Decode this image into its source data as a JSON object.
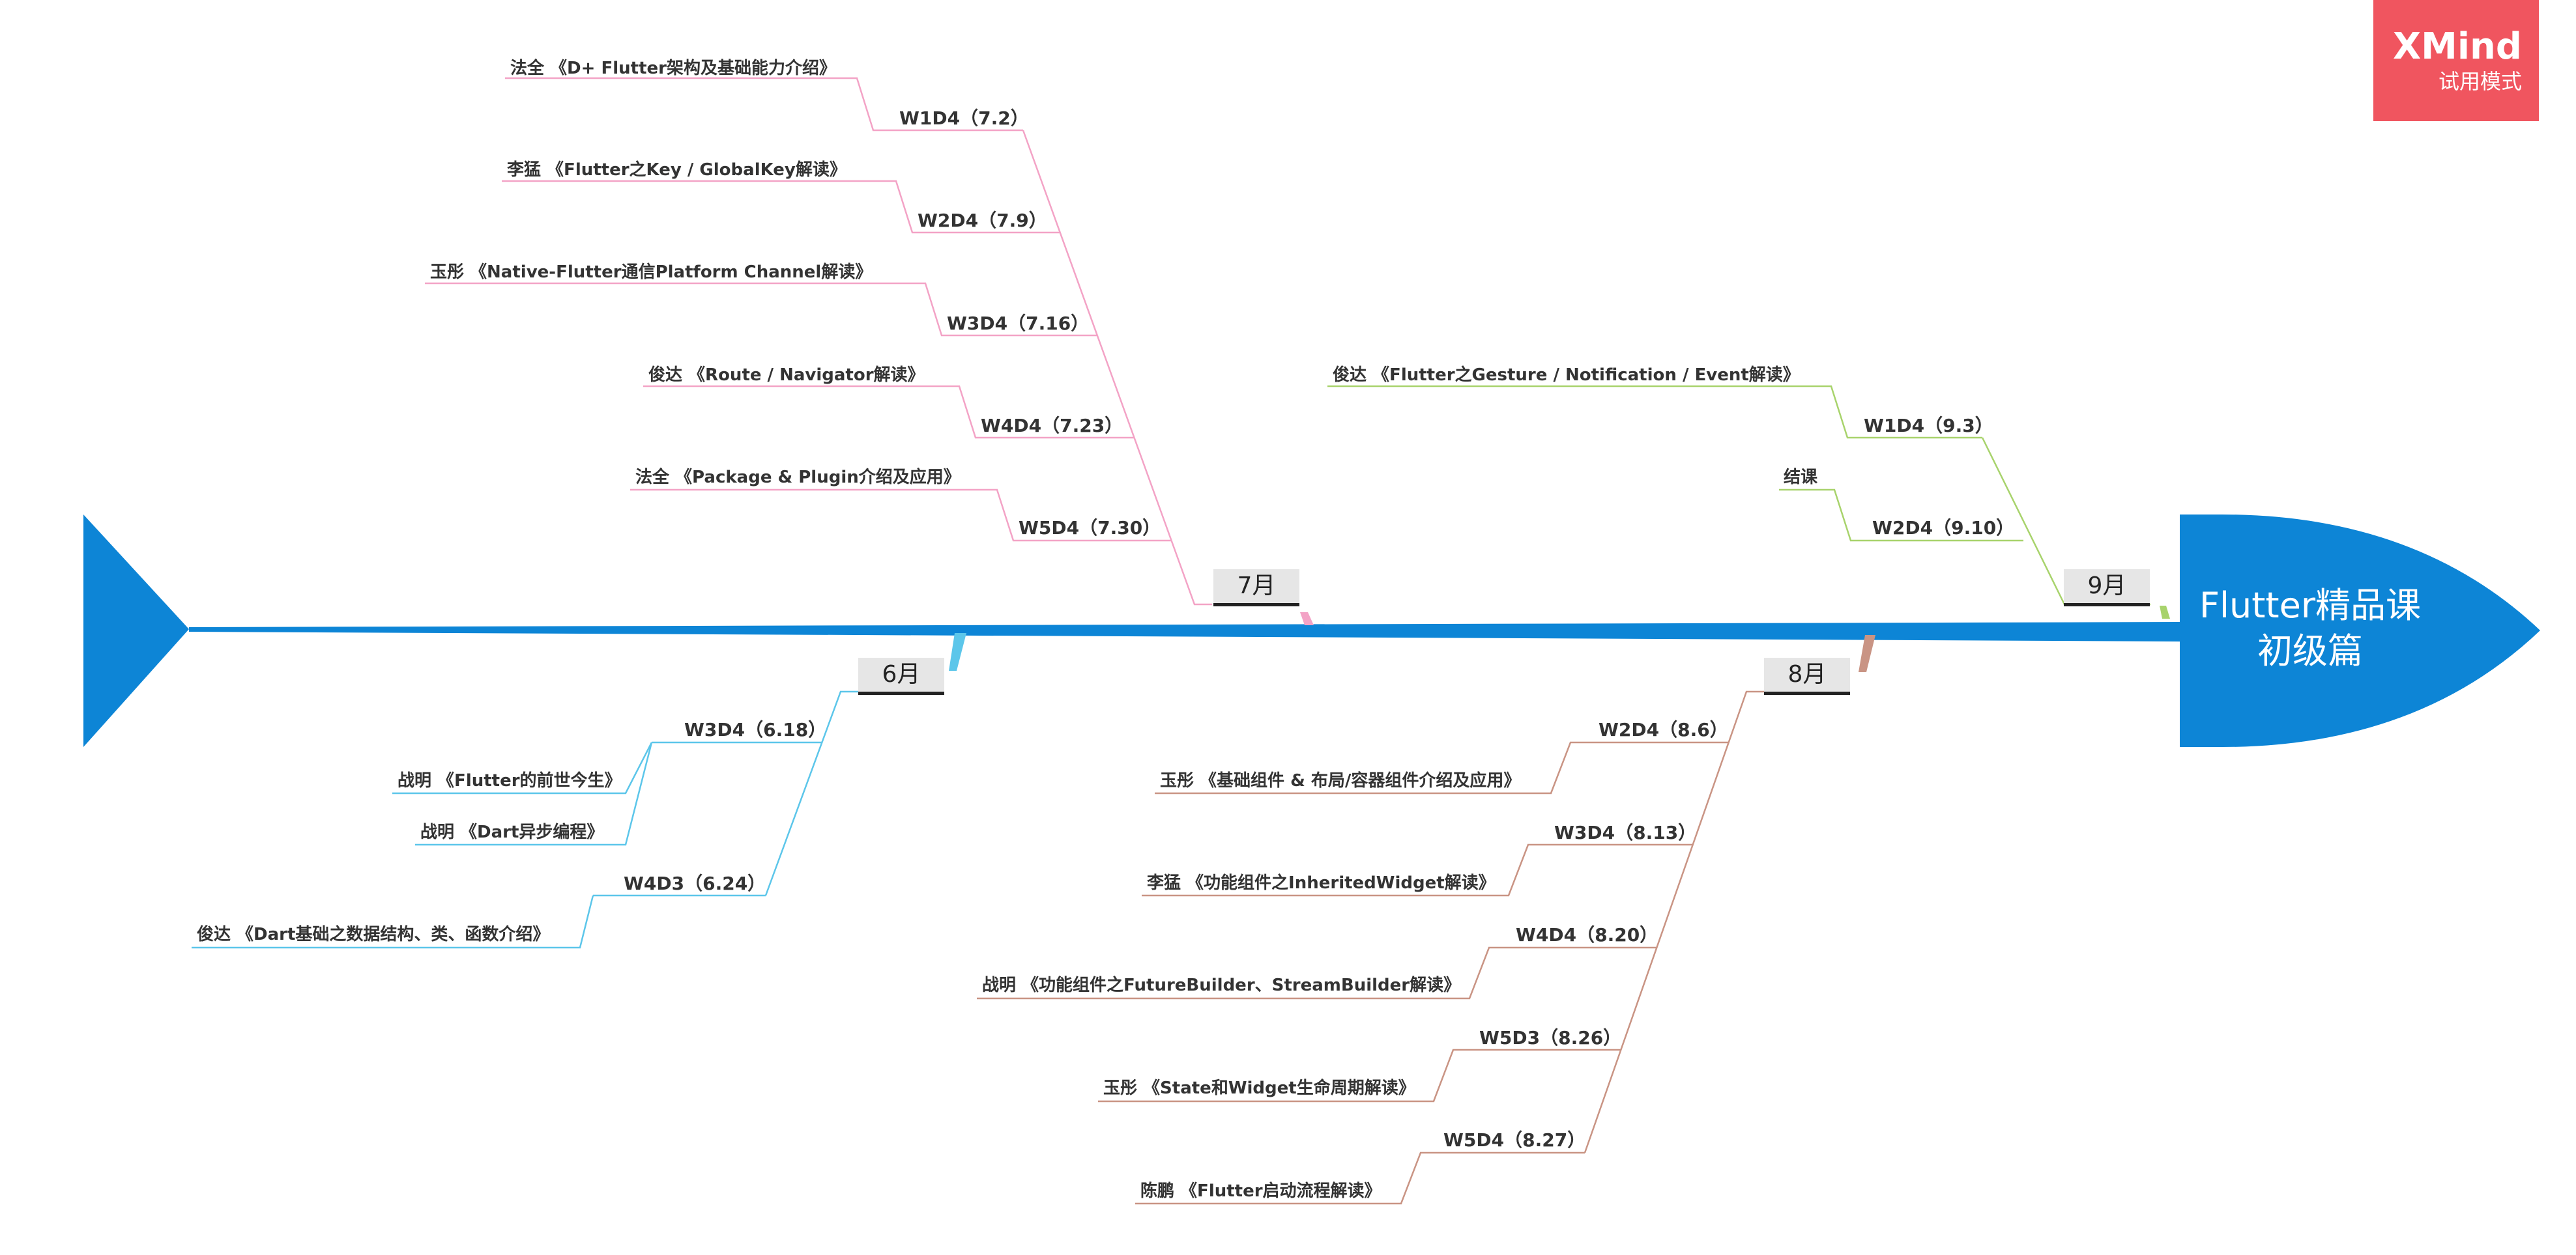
{
  "badge": {
    "brand": "XMind",
    "mode": "试用模式"
  },
  "head": {
    "line1": "Flutter精品课",
    "line2": "初级篇"
  },
  "colors": {
    "spine": "#0d85d6",
    "july": "#f3a3c6",
    "june": "#5cc6ea",
    "august": "#c99484",
    "september": "#a8d36c"
  },
  "months": [
    {
      "label": "7月",
      "weeks": [
        {
          "week": "W1D4（7.2）",
          "topic": "法全 《D+ Flutter架构及基础能力介绍》"
        },
        {
          "week": "W2D4（7.9）",
          "topic": "李猛 《Flutter之Key / GlobalKey解读》"
        },
        {
          "week": "W3D4（7.16）",
          "topic": "玉彤 《Native-Flutter通信Platform Channel解读》"
        },
        {
          "week": "W4D4（7.23）",
          "topic": "俊达 《Route / Navigator解读》"
        },
        {
          "week": "W5D4（7.30）",
          "topic": "法全 《Package & Plugin介绍及应用》"
        }
      ]
    },
    {
      "label": "9月",
      "weeks": [
        {
          "week": "W1D4（9.3）",
          "topic": "俊达 《Flutter之Gesture / Notification / Event解读》"
        },
        {
          "week": "W2D4（9.10）",
          "topic": "结课"
        }
      ]
    },
    {
      "label": "6月",
      "weeks": [
        {
          "week": "W3D4（6.18）",
          "topics": [
            "战明 《Flutter的前世今生》",
            "战明 《Dart异步编程》"
          ]
        },
        {
          "week": "W4D3（6.24）",
          "topics": [
            "俊达 《Dart基础之数据结构、类、函数介绍》"
          ]
        }
      ]
    },
    {
      "label": "8月",
      "weeks": [
        {
          "week": "W2D4（8.6）",
          "topic": "玉彤 《基础组件 & 布局/容器组件介绍及应用》"
        },
        {
          "week": "W3D4（8.13）",
          "topic": "李猛 《功能组件之InheritedWidget解读》"
        },
        {
          "week": "W4D4（8.20）",
          "topic": "战明 《功能组件之FutureBuilder、StreamBuilder解读》"
        },
        {
          "week": "W5D3（8.26）",
          "topic": "玉彤 《State和Widget生命周期解读》"
        },
        {
          "week": "W5D4（8.27）",
          "topic": "陈鹏 《Flutter启动流程解读》"
        }
      ]
    }
  ]
}
